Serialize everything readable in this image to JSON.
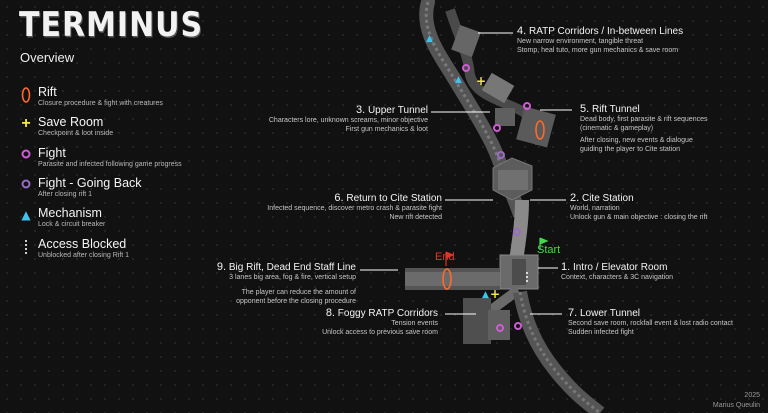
{
  "header": {
    "title": "TERMINUS",
    "subtitle": "Overview"
  },
  "legend": [
    {
      "icon": "rift-icon",
      "label": "Rift",
      "desc": "Closure procedure & fight with creatures",
      "color": "#ff6a2b"
    },
    {
      "icon": "save-room-icon",
      "label": "Save Room",
      "desc": "Checkpoint & loot inside",
      "color": "#f3e54a"
    },
    {
      "icon": "fight-icon",
      "label": "Fight",
      "desc": "Parasite and infected following game progress",
      "color": "#d05bd6"
    },
    {
      "icon": "fight-going-back-icon",
      "label": "Fight - Going Back",
      "desc": "After closing rift 1",
      "color": "#9a6cc4"
    },
    {
      "icon": "mechanism-icon",
      "label": "Mechanism",
      "desc": "Lock & circuit breaker",
      "color": "#3ec3ee"
    },
    {
      "icon": "access-blocked-icon",
      "label": "Access Blocked",
      "desc": "Unblocked after closing Rift 1",
      "color": "#ffffff"
    }
  ],
  "locations": [
    {
      "num": "1.",
      "title": "Intro / Elevator Room",
      "desc": [
        "Context, characters & 3C navigation"
      ]
    },
    {
      "num": "2.",
      "title": "Cite Station",
      "desc": [
        "World, narration",
        "Unlock gun & main objective : closing the rift"
      ]
    },
    {
      "num": "3.",
      "title": "Upper Tunnel",
      "desc": [
        "Characters lore, unknown screams, minor objective",
        "First gun mechanics & loot"
      ]
    },
    {
      "num": "4.",
      "title": "RATP Corridors / In-between Lines",
      "desc": [
        "New narrow environment, tangible threat",
        "Stomp, heal tuto, more gun mechanics & save room"
      ]
    },
    {
      "num": "5.",
      "title": "Rift Tunnel",
      "desc": [
        "Dead body, first parasite & rift sequences",
        "(cinematic & gameplay)",
        "After closing, new events & dialogue",
        "guiding the player to Cite station"
      ]
    },
    {
      "num": "6.",
      "title": "Return to Cite Station",
      "desc": [
        "Infected sequence, discover metro crash & parasite fight",
        "New rift detected"
      ]
    },
    {
      "num": "7.",
      "title": "Lower Tunnel",
      "desc": [
        "Second save room, rockfall event & lost radio contact",
        "Sudden infected fight"
      ]
    },
    {
      "num": "8.",
      "title": "Foggy RATP Corridors",
      "desc": [
        "Tension events",
        "Unlock access to previous save room"
      ]
    },
    {
      "num": "9.",
      "title": "Big Rift, Dead End Staff Line",
      "desc": [
        "3 lanes big area, fog & fire, vertical setup",
        "",
        "The player can reduce the amount of",
        "opponent before the closing procedure"
      ]
    }
  ],
  "markers": {
    "start": "Start",
    "end": "End",
    "start_color": "#44d94a",
    "end_color": "#e0342a"
  },
  "credit": {
    "year": "2025",
    "author": "Marius Queulin"
  }
}
